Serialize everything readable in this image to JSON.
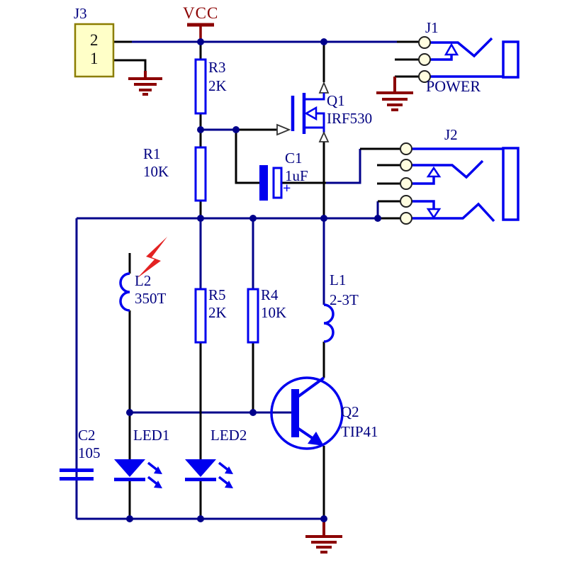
{
  "schematic": {
    "power_net": {
      "label": "VCC"
    },
    "connectors": {
      "j3": {
        "ref": "J3",
        "pins": [
          "2",
          "1"
        ]
      },
      "j1": {
        "ref": "J1",
        "label": "POWER"
      },
      "j2": {
        "ref": "J2"
      }
    },
    "components": {
      "r3": {
        "ref": "R3",
        "value": "2K"
      },
      "r1": {
        "ref": "R1",
        "value": "10K"
      },
      "r5": {
        "ref": "R5",
        "value": "2K"
      },
      "r4": {
        "ref": "R4",
        "value": "10K"
      },
      "c1": {
        "ref": "C1",
        "value": "1uF",
        "polarity": "+"
      },
      "c2": {
        "ref": "C2",
        "value": "105"
      },
      "l1": {
        "ref": "L1",
        "value": "2-3T"
      },
      "l2": {
        "ref": "L2",
        "value": "350T"
      },
      "q1": {
        "ref": "Q1",
        "value": "IRF530"
      },
      "q2": {
        "ref": "Q2",
        "value": "TIP41"
      },
      "led1": {
        "ref": "LED1"
      },
      "led2": {
        "ref": "LED2"
      }
    },
    "colors": {
      "wire": "#00008B",
      "lead": "#000000",
      "component": "#0000EE",
      "text": "#000080",
      "power_and_ground": "#8B0000",
      "spark": "#E32222",
      "connector_fill": "#FFFFC8",
      "connector_border": "#8B7D00",
      "pin_fill": "#FFFDE0"
    }
  }
}
